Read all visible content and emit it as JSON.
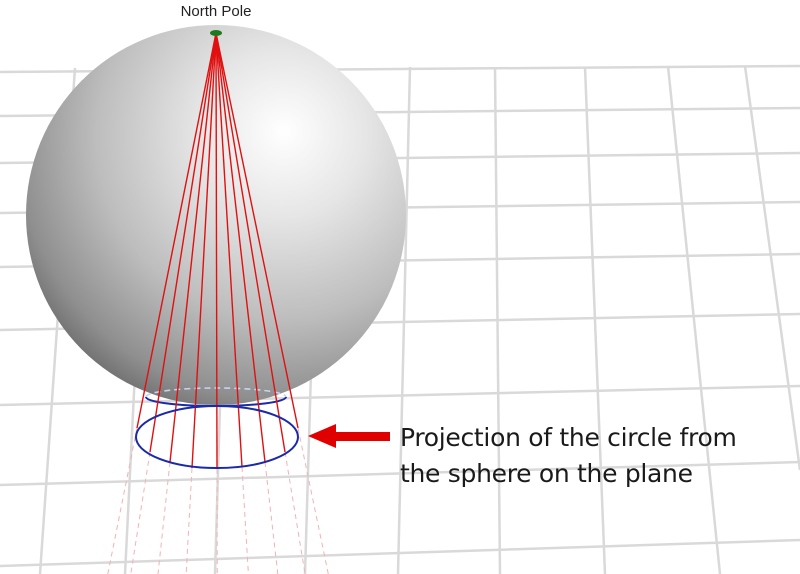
{
  "diagram": {
    "north_pole_label": "North Pole",
    "caption_line1": "Projection of the circle from",
    "caption_line2": "the sphere on the plane"
  },
  "colors": {
    "grid": "#d9d9d9",
    "sphere_light": "#ffffff",
    "sphere_dark": "#5a5a5a",
    "projection_lines": "#e01010",
    "circle": "#1a2aa8",
    "north_pole_marker": "#1f7a1f",
    "arrow": "#e00000"
  },
  "icons": {
    "north_pole_marker": "green-dot-icon",
    "arrow": "left-arrow-icon"
  }
}
